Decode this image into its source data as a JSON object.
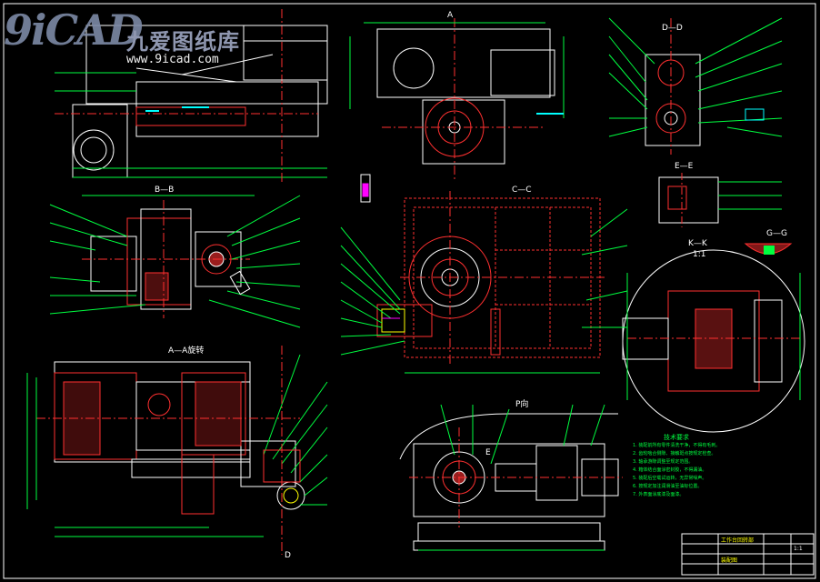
{
  "watermark": {
    "logo": "9iCAD",
    "site_cn": "九爱图纸库",
    "url": "www.9icad.com"
  },
  "views": {
    "section_a": "A",
    "section_b_b": "B—B",
    "section_c_c": "C—C",
    "section_d_d": "D—D",
    "section_e_e": "E—E",
    "section_g_g": "G—G",
    "section_k_k": "K—K",
    "scale_1_1": "1:1",
    "section_a_a": "A—A旋转",
    "view_p": "P向",
    "label_d": "D",
    "label_e": "E"
  },
  "notes": {
    "title": "技术要求",
    "items": [
      "1. 装配前所有零件清洗干净，不得有毛刺。",
      "2. 齿轮啮合侧隙、接触斑点按规定检查。",
      "3. 轴承游隙调整至规定范围。",
      "4. 箱体结合面涂密封胶，不得漏油。",
      "5. 装配后空载试运转，无异常噪声。",
      "6. 按规定加注润滑油至油标位置。",
      "7. 外表面涂底漆及面漆。"
    ]
  },
  "title_block": {
    "name": "工作台回转部",
    "drawing": "装配图",
    "scale": "1:1"
  },
  "colors": {
    "background": "#000000",
    "outline": "#ffffff",
    "dimension": "#00ff40",
    "section_hatch": "#ff3030",
    "centerline": "#ff3030",
    "cyan": "#00ffff",
    "magenta": "#ff00ff",
    "yellow": "#ffff00"
  }
}
